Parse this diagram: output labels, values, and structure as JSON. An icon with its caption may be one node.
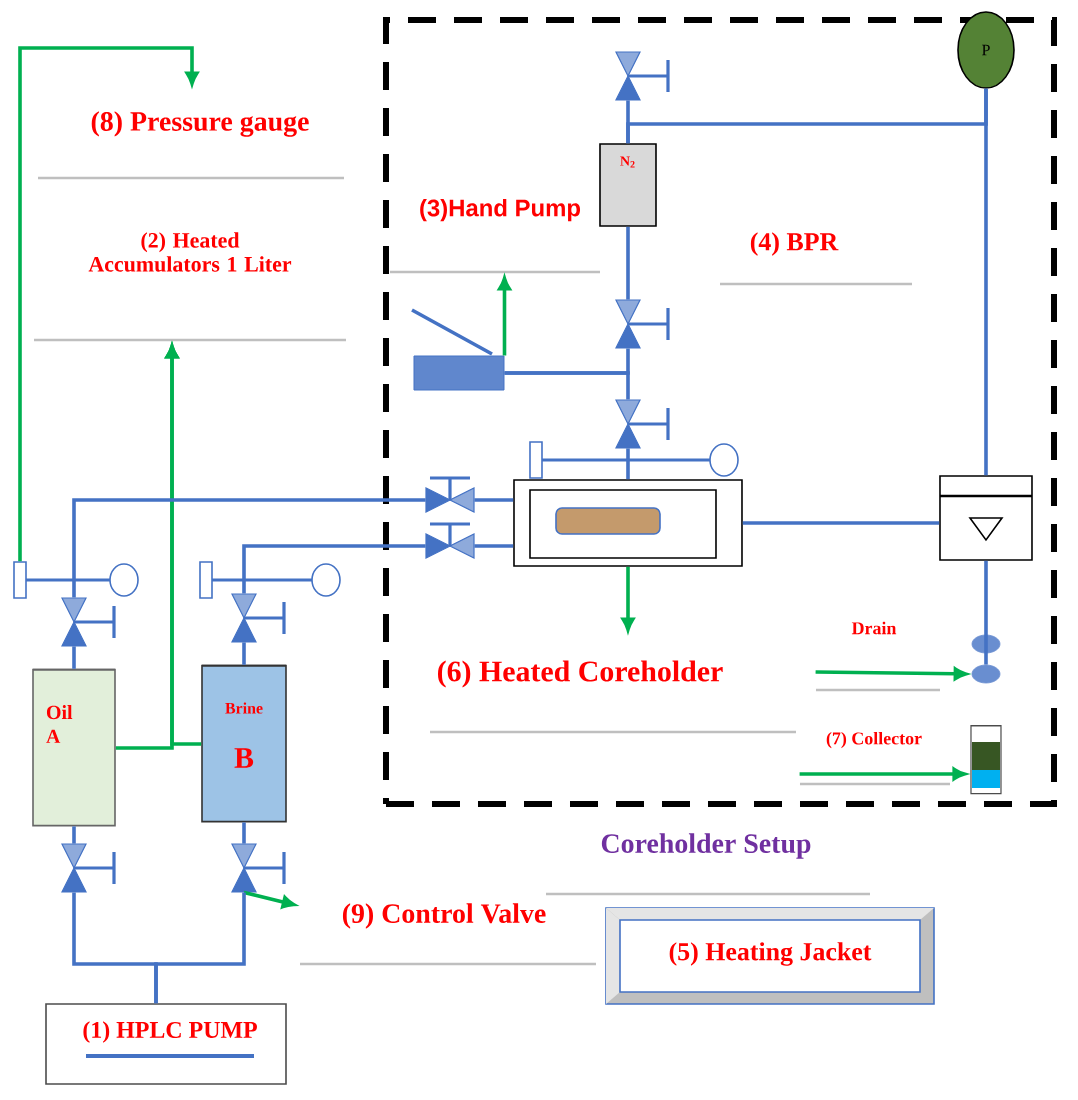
{
  "diagram": {
    "nodes": [
      {
        "text": [
          "Coreholder Setup"
        ]
      },
      {
        "text": [
          "(8) Pressure gauge"
        ]
      },
      {
        "text": [
          "(2) Heated Accumulators 1 Liter"
        ]
      },
      {
        "text": [
          "(3)Hand Pump"
        ],
        "in": 0
      },
      {
        "text": [
          "(6) Heated Coreholder"
        ],
        "in": 0
      },
      {
        "text": [
          "Drain"
        ],
        "in": 0
      },
      {
        "text": [
          "(7) Collector"
        ],
        "in": 0
      },
      {
        "text": [
          "(9) Control Valve"
        ]
      },
      {
        "text": [
          "(1) HPLC PUMP"
        ]
      },
      {
        "text": [
          "(5) Heating Jacket"
        ]
      },
      {
        "text": [],
        "shape": "box"
      },
      {
        "text": [
          "Oil A"
        ]
      },
      {
        "text": [
          "Brine",
          "B"
        ]
      },
      {
        "text": [],
        "shape": "picture",
        "in": 0
      },
      {
        "text": [],
        "shape": "box",
        "in": 0
      },
      {
        "text": [
          "N$_{2}$"
        ],
        "in": 0
      },
      {
        "text": [
          "P"
        ]
      },
      {
        "text": [],
        "shape": "box",
        "in": 0
      },
      {
        "text": [],
        "shape": "circle",
        "in": 0
      },
      {
        "text": [],
        "shape": "cylinder",
        "in": 0
      },
      {
        "text": [],
        "shape": "valve",
        "in": 0
      },
      {
        "text": [],
        "shape": "valve",
        "in": 0
      },
      {
        "text": [],
        "shape": "valve",
        "in": 0
      },
      {
        "text": [],
        "shape": "valve",
        "in": 0
      },
      {
        "text": [],
        "shape": "valve",
        "in": 0
      },
      {
        "text": [],
        "shape": "valve"
      },
      {
        "text": [],
        "shape": "valve"
      },
      {
        "text": [],
        "shape": "valve"
      },
      {
        "text": [],
        "shape": "valve"
      }
    ],
    "edges": [
      {
        "from": 10,
        "to": 1,
        "arrow": "to",
        "color": "#00b050"
      },
      {
        "from": 11,
        "to": 2,
        "arrow": "to",
        "color": "#00b050"
      },
      {
        "from": 12,
        "to": 2,
        "arrow": "to",
        "color": "#00b050"
      },
      {
        "from": 13,
        "to": 3,
        "arrow": "to",
        "color": "#00b050"
      },
      {
        "from": 14,
        "to": 4,
        "arrow": "to",
        "color": "#00b050"
      },
      {
        "from": 5,
        "to": 18,
        "arrow": "to",
        "color": "#00b050"
      },
      {
        "from": 6,
        "to": 19,
        "arrow": "to",
        "color": "#00b050"
      },
      {
        "from": 28,
        "to": 7,
        "arrow": "to",
        "color": "#00b050"
      },
      {
        "from": 8,
        "to": 27,
        "arrow": "none"
      },
      {
        "from": 8,
        "to": 28,
        "arrow": "none"
      },
      {
        "from": 27,
        "to": 11,
        "arrow": "none"
      },
      {
        "from": 28,
        "to": 12,
        "arrow": "none"
      },
      {
        "from": 11,
        "to": 25,
        "arrow": "none"
      },
      {
        "from": 12,
        "to": 26,
        "arrow": "none"
      },
      {
        "from": 25,
        "to": 23,
        "arrow": "none"
      },
      {
        "from": 26,
        "to": 24,
        "arrow": "none"
      },
      {
        "from": 23,
        "to": 14,
        "arrow": "none"
      },
      {
        "from": 24,
        "to": 14,
        "arrow": "none"
      },
      {
        "from": 13,
        "to": 22,
        "arrow": "none"
      },
      {
        "from": 13,
        "to": 21,
        "arrow": "none"
      },
      {
        "from": 22,
        "to": 14,
        "arrow": "none"
      },
      {
        "from": 21,
        "to": 15,
        "arrow": "none"
      },
      {
        "from": 15,
        "to": 20,
        "arrow": "none"
      },
      {
        "from": 15,
        "to": 16,
        "arrow": "none"
      },
      {
        "from": 16,
        "to": 17,
        "arrow": "none"
      },
      {
        "from": 14,
        "to": 17,
        "arrow": "none"
      },
      {
        "from": 17,
        "to": 18,
        "arrow": "none"
      }
    ],
    "labels": [
      "(4) BPR"
    ]
  }
}
